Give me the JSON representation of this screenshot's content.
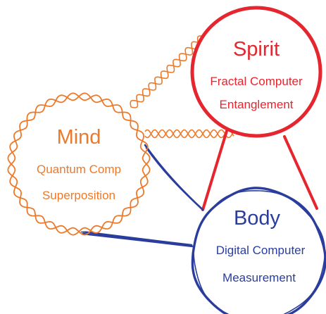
{
  "colors": {
    "spirit": "#e5262f",
    "mind": "#ec7a2a",
    "body": "#2a3d9c"
  },
  "nodes": {
    "spirit": {
      "title": "Spirit",
      "line1": "Fractal Computer",
      "line2": "Entanglement",
      "outline": "solid-circle"
    },
    "mind": {
      "title": "Mind",
      "line1": "Quantum Comp",
      "line2": "Superposition",
      "outline": "wavy-double-helix-circle"
    },
    "body": {
      "title": "Body",
      "line1": "Digital Computer",
      "line2": "Measurement",
      "outline": "sketchy-circle"
    }
  },
  "connections": [
    {
      "from": "mind",
      "to": "spirit",
      "style": "double-helix",
      "color": "mind",
      "count": 2
    },
    {
      "from": "spirit",
      "to": "body",
      "style": "straight",
      "color": "spirit",
      "count": 2
    },
    {
      "from": "mind",
      "to": "body",
      "style": "sketchy",
      "color": "body",
      "count": 2
    }
  ]
}
